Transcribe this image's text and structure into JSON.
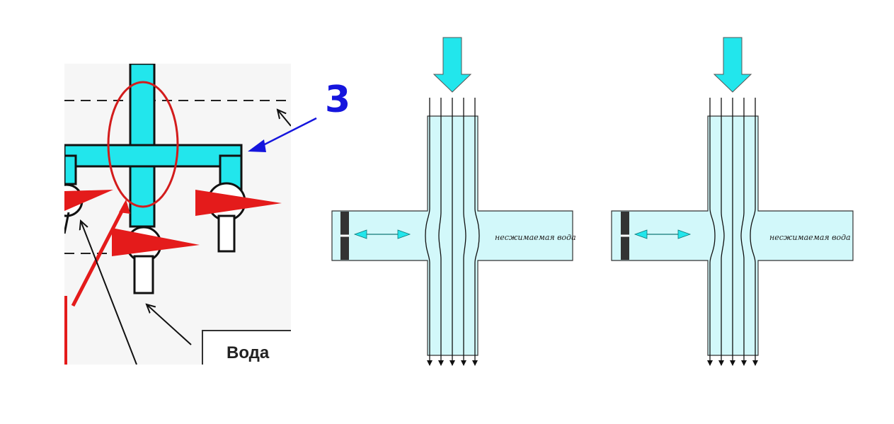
{
  "left_panel": {
    "number_label": "3",
    "box_label": "Вода"
  },
  "middle_diagram": {
    "medium_label": "несжимаемая вода"
  },
  "right_diagram": {
    "medium_label": "несжимаемая вода"
  },
  "colors": {
    "cyan": "#22e6ec",
    "light_cyan": "#d2f8fa",
    "red": "#e41b1b",
    "blue": "#1515dd",
    "piston": "#333333"
  }
}
